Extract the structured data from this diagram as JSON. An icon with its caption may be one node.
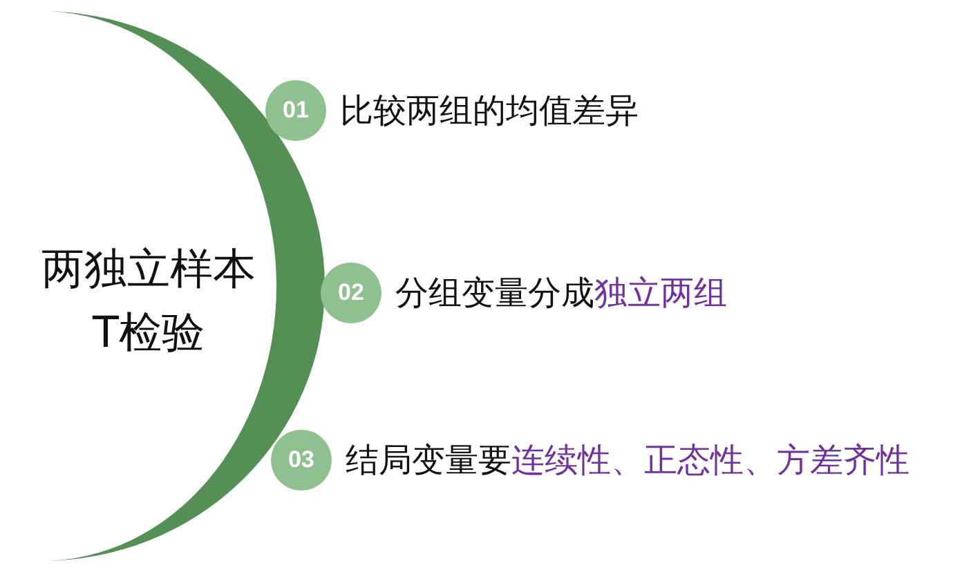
{
  "diagram": {
    "nodes": [
      {
        "text": [
          "两独立样本T检验"
        ]
      },
      {
        "text": [
          "01",
          "比较两组的均值差异"
        ]
      },
      {
        "text": [
          "02",
          "分组变量分成",
          "独立两组"
        ]
      },
      {
        "text": [
          "03",
          "结局变量要",
          "连续性、正态性、方差齐性"
        ]
      }
    ]
  }
}
